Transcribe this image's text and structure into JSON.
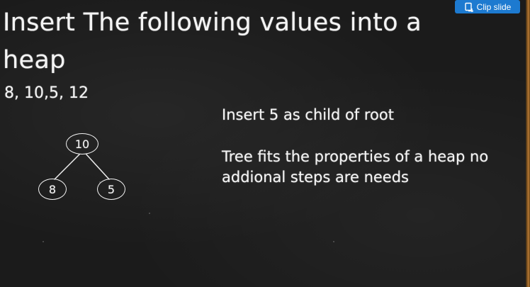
{
  "slide": {
    "title": "Insert The following values into a heap",
    "values_line": "8, 10,5, 12",
    "step_text": "Insert 5 as child of root",
    "note_text": "Tree fits the properties of a heap no addional steps are needs",
    "tree": {
      "root": "10",
      "left_child": "8",
      "right_child": "5"
    }
  },
  "toolbar": {
    "clip_label": "Clip slide",
    "clip_icon": "clip-icon",
    "accent_color": "#1d7ad0"
  }
}
